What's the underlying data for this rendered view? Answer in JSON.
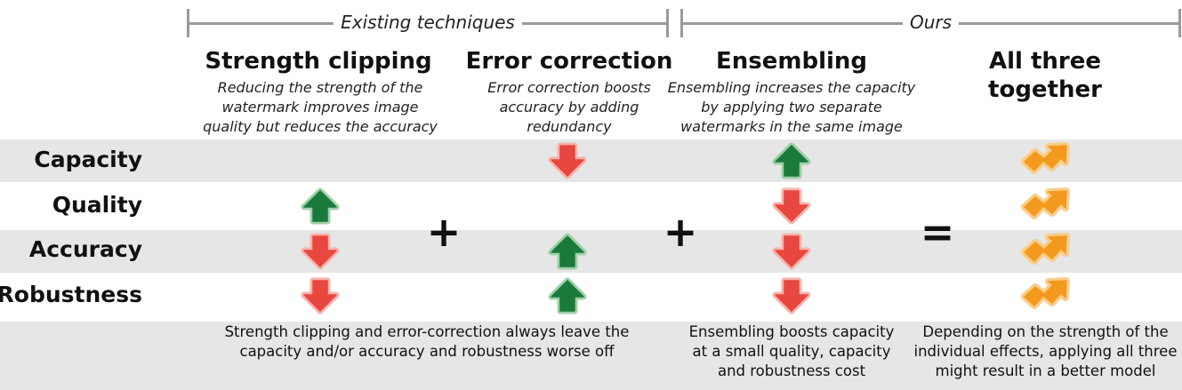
{
  "groups": {
    "existing_label": "Existing techniques",
    "ours_label": "Ours"
  },
  "columns": [
    {
      "title": "Strength clipping",
      "description": "Reducing the strength of the watermark improves image quality but reduces the accuracy"
    },
    {
      "title": "Error correction",
      "description": "Error correction boosts accuracy by adding redundancy"
    },
    {
      "title": "Ensembling",
      "description": "Ensembling increases the capacity by applying two separate watermarks in the same image"
    },
    {
      "title": "All three together",
      "description": ""
    }
  ],
  "rows": [
    "Capacity",
    "Quality",
    "Accuracy",
    "Robustness"
  ],
  "operators": [
    "+",
    "+",
    "="
  ],
  "effects": {
    "Strength clipping": {
      "Capacity": "none",
      "Quality": "up",
      "Accuracy": "down",
      "Robustness": "down"
    },
    "Error correction": {
      "Capacity": "down",
      "Quality": "none",
      "Accuracy": "up",
      "Robustness": "up"
    },
    "Ensembling": {
      "Capacity": "up",
      "Quality": "down",
      "Accuracy": "down",
      "Robustness": "down"
    },
    "All three together": {
      "Capacity": "mixed",
      "Quality": "mixed",
      "Accuracy": "mixed",
      "Robustness": "mixed"
    }
  },
  "footnotes": {
    "existing": "Strength clipping and error-correction always leave the capacity and/or accuracy and robustness worse off",
    "ensembling": "Ensembling boosts capacity at a small quality, capacity and robustness cost",
    "together": "Depending on the strength of the individual effects, applying all three might result in a better model"
  },
  "icons": {
    "up": "green-up-arrow-icon",
    "down": "red-down-arrow-icon",
    "mixed": "orange-zigzag-arrow-icon"
  },
  "colors": {
    "up_fill": "#1a7a3c",
    "up_halo": "#9fd0a8",
    "down_fill": "#e8473f",
    "down_halo": "#f5b3ad",
    "mixed_fill": "#f39a1e",
    "mixed_halo": "#f9cd8a",
    "band": "#e6e6e6",
    "bracket": "#9a9a9a"
  }
}
